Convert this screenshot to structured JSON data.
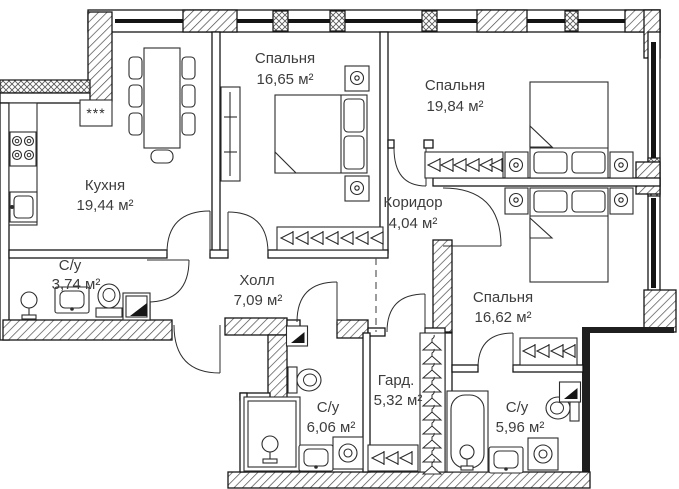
{
  "plan": {
    "vent_label": "***",
    "rooms": [
      {
        "id": "kitchen",
        "name": "Кухня",
        "area": "19,44 м²"
      },
      {
        "id": "bedroom-1",
        "name": "Спальня",
        "area": "16,65 м²"
      },
      {
        "id": "bedroom-2",
        "name": "Спальня",
        "area": "19,84 м²"
      },
      {
        "id": "corridor",
        "name": "Коридор",
        "area": "4,04 м²"
      },
      {
        "id": "hall",
        "name": "Холл",
        "area": "7,09 м²"
      },
      {
        "id": "bathroom-1",
        "name": "С/у",
        "area": "3,74 м²"
      },
      {
        "id": "bedroom-3",
        "name": "Спальня",
        "area": "16,62 м²"
      },
      {
        "id": "wardrobe",
        "name": "Гард.",
        "area": "5,32 м²"
      },
      {
        "id": "bathroom-2",
        "name": "С/у",
        "area": "6,06 м²"
      },
      {
        "id": "bathroom-3",
        "name": "С/у",
        "area": "5,96 м²"
      }
    ],
    "colors": {
      "wall_line": "#161616",
      "label_text": "#3d3d3d",
      "background": "#ffffff"
    }
  }
}
